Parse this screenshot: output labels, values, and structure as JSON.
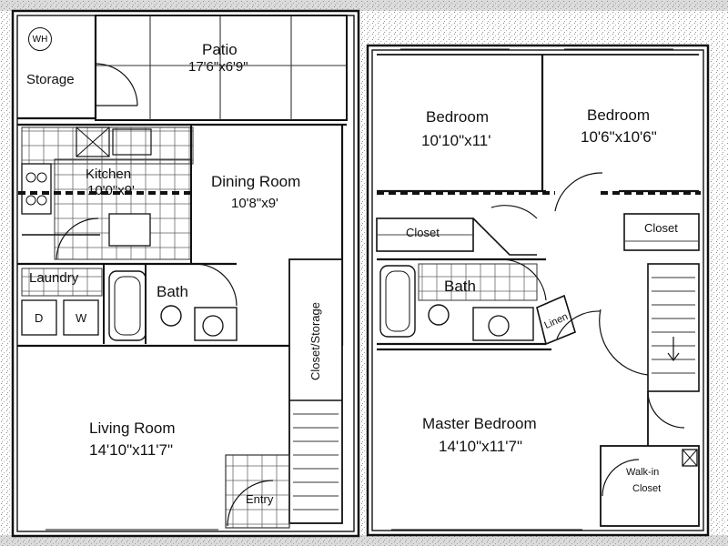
{
  "floor_plan": {
    "rooms": {
      "patio": {
        "name": "Patio",
        "size": "17'6\"x6'9\""
      },
      "storage": {
        "name": "Storage"
      },
      "kitchen": {
        "name": "Kitchen",
        "size": "10'0\"x9'"
      },
      "dining": {
        "name": "Dining Room",
        "size": "10'8\"x9'"
      },
      "laundry": {
        "name": "Laundry",
        "dryer": "D",
        "washer": "W"
      },
      "bath_down": {
        "name": "Bath"
      },
      "closet_storage": {
        "name": "Closet/Storage"
      },
      "living": {
        "name": "Living Room",
        "size": "14'10\"x11'7\""
      },
      "entry": {
        "name": "Entry"
      },
      "bedroom1": {
        "name": "Bedroom",
        "size": "10'10\"x11'"
      },
      "bedroom2": {
        "name": "Bedroom",
        "size": "10'6\"x10'6\""
      },
      "closet_left": {
        "name": "Closet"
      },
      "closet_right": {
        "name": "Closet"
      },
      "bath_up": {
        "name": "Bath"
      },
      "linen": {
        "name": "Linen"
      },
      "master": {
        "name": "Master Bedroom",
        "size": "14'10\"x11'7\""
      },
      "walkin": {
        "line1": "Walk-in",
        "line2": "Closet"
      }
    },
    "water_heater": "WH"
  }
}
